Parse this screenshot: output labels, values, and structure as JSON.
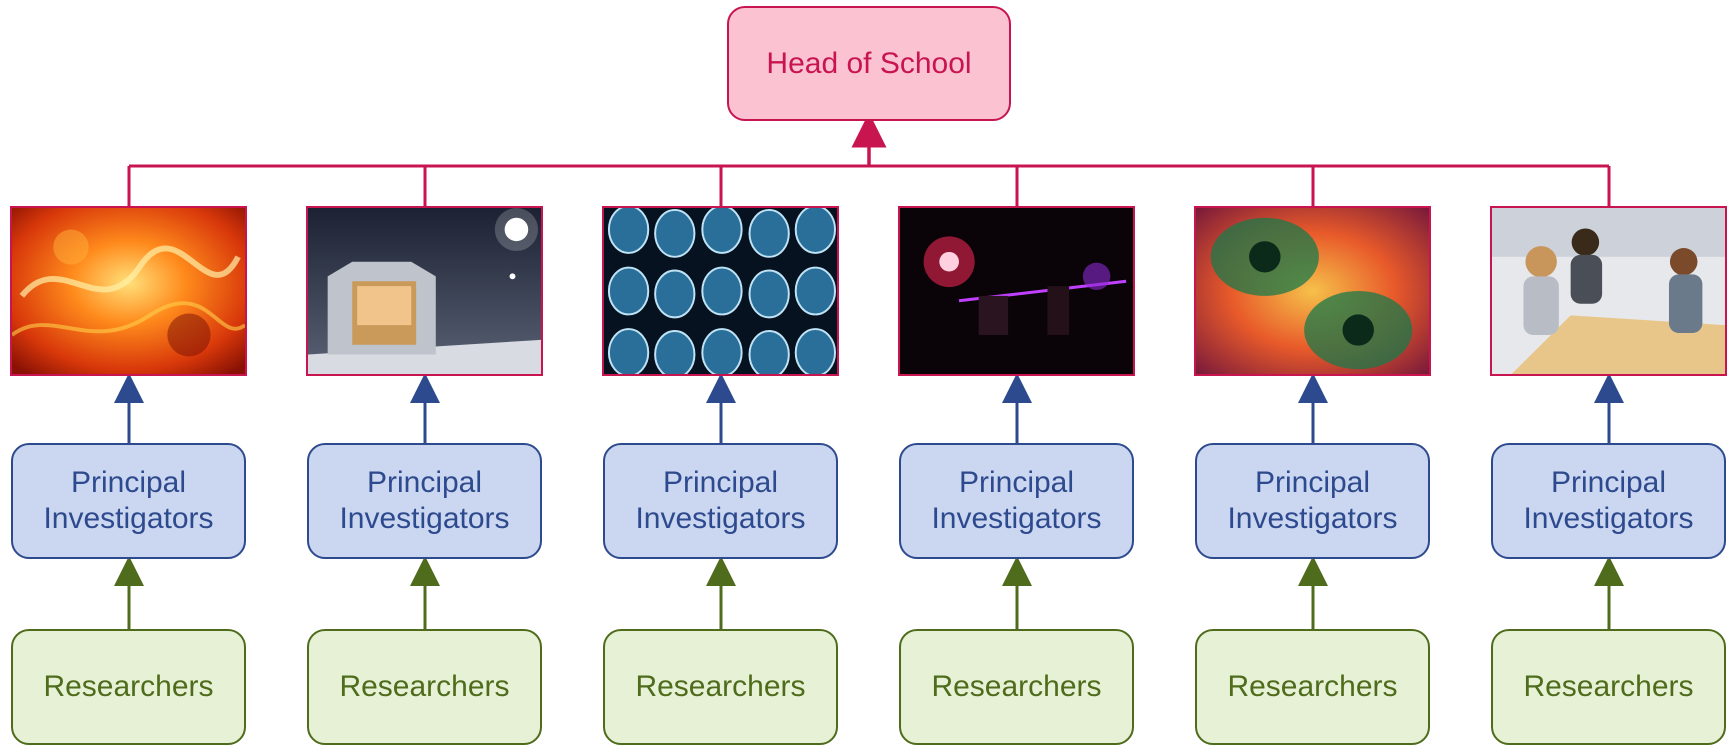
{
  "head": {
    "label": "Head of School"
  },
  "groups": [
    {
      "image": "solar-plasma-image",
      "pi_label": "Principal Investigators",
      "res_label": "Researchers"
    },
    {
      "image": "telescope-observatory-image",
      "pi_label": "Principal Investigators",
      "res_label": "Researchers"
    },
    {
      "image": "brain-scan-image",
      "pi_label": "Principal Investigators",
      "res_label": "Researchers"
    },
    {
      "image": "laser-lab-image",
      "pi_label": "Principal Investigators",
      "res_label": "Researchers"
    },
    {
      "image": "gravitational-wave-image",
      "pi_label": "Principal Investigators",
      "res_label": "Researchers"
    },
    {
      "image": "research-meeting-image",
      "pi_label": "Principal Investigators",
      "res_label": "Researchers"
    }
  ],
  "colors": {
    "head": "#c81550",
    "pi": "#2e4a8e",
    "researchers": "#4f6c1c"
  }
}
